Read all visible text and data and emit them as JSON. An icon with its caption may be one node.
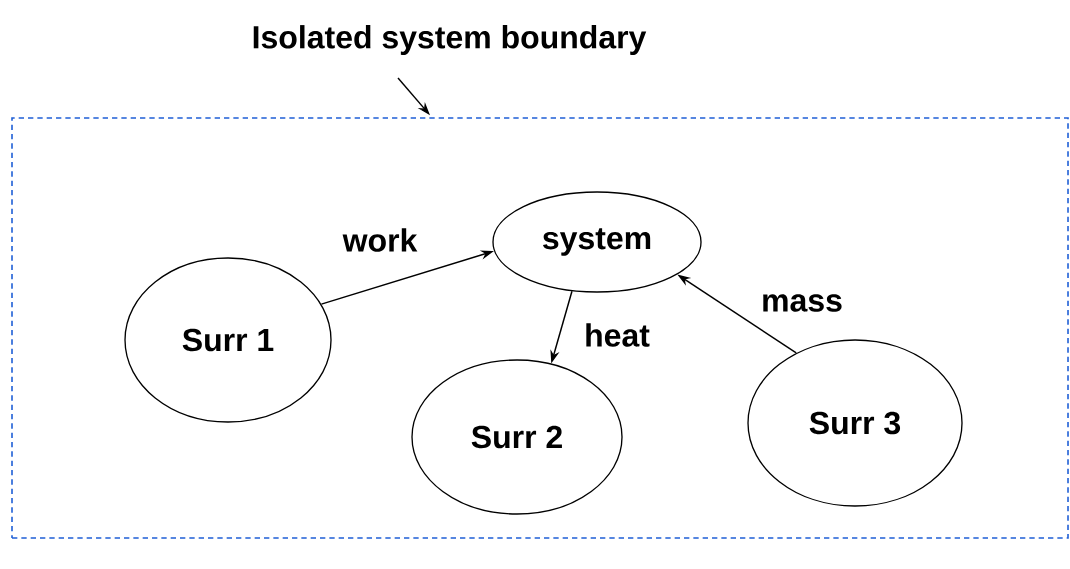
{
  "diagram": {
    "nodes": [
      {
        "text": [
          "Isolated system boundary"
        ]
      },
      {
        "text": [],
        "shape": "box"
      },
      {
        "text": [
          "system"
        ],
        "in": 1
      },
      {
        "text": [
          "Surr 1"
        ],
        "in": 1
      },
      {
        "text": [
          "Surr 2"
        ],
        "in": 1
      },
      {
        "text": [
          "Surr 3"
        ],
        "in": 1
      }
    ],
    "edges": [
      {
        "from": 0,
        "to": 1,
        "arrow": "to"
      },
      {
        "from": 3,
        "to": 2,
        "label": "work",
        "arrow": "to"
      },
      {
        "from": 2,
        "to": 4,
        "label": "heat",
        "arrow": "to"
      },
      {
        "from": 5,
        "to": 2,
        "label": "mass",
        "arrow": "to"
      }
    ]
  }
}
